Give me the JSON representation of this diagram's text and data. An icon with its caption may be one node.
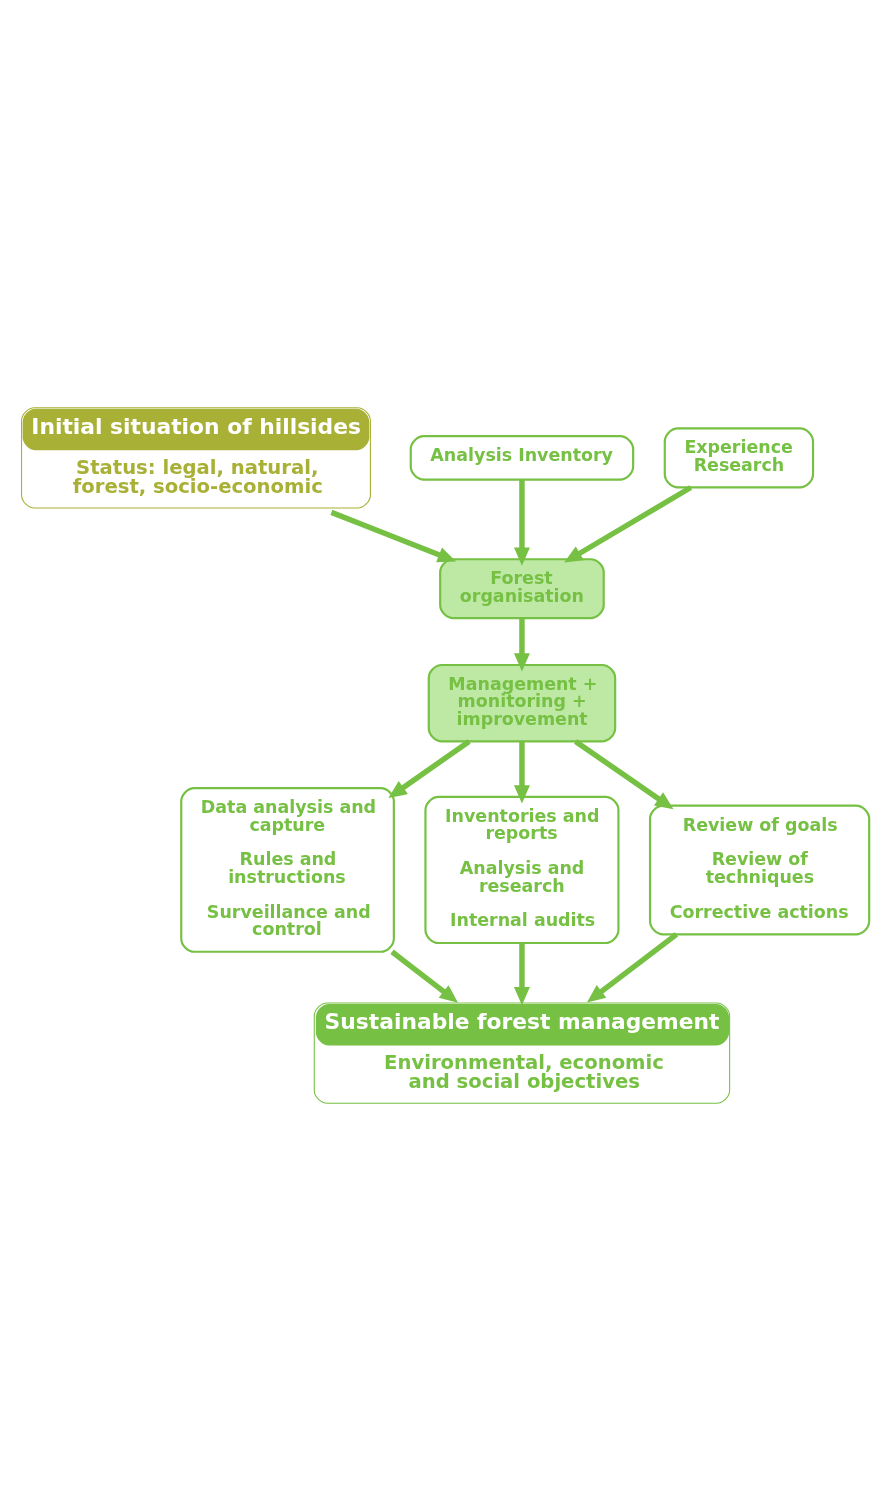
{
  "diagram": {
    "nodes": [
      {
        "text": [
          "Initial situation of hillsides",
          "Status: legal, natural, forest, socio-economic"
        ]
      },
      {
        "text": [
          "Analysis Inventory"
        ]
      },
      {
        "text": [
          "Experience Research"
        ]
      },
      {
        "text": [
          "Forest organisation"
        ]
      },
      {
        "text": [
          "Management + monitoring + improvement"
        ]
      },
      {
        "text": [
          "Data analysis and capture",
          "Rules and instructions",
          "Surveillance and control"
        ]
      },
      {
        "text": [
          "Inventories and reports",
          "Analysis and research",
          "Internal audits"
        ]
      },
      {
        "text": [
          "Review of goals",
          "Review of techniques",
          "Corrective actions"
        ]
      },
      {
        "text": [
          "Sustainable forest management",
          "Environmental, economic and social objectives"
        ]
      }
    ],
    "edges": [
      {
        "from": 0,
        "to": 3,
        "arrow": "to"
      },
      {
        "from": 1,
        "to": 3,
        "arrow": "to"
      },
      {
        "from": 2,
        "to": 3,
        "arrow": "to"
      },
      {
        "from": 3,
        "to": 4,
        "arrow": "to"
      },
      {
        "from": 4,
        "to": 5,
        "arrow": "to"
      },
      {
        "from": 4,
        "to": 6,
        "arrow": "to"
      },
      {
        "from": 4,
        "to": 7,
        "arrow": "to"
      },
      {
        "from": 5,
        "to": 8,
        "arrow": "to"
      },
      {
        "from": 6,
        "to": 8,
        "arrow": "to"
      },
      {
        "from": 7,
        "to": 8,
        "arrow": "to"
      }
    ]
  }
}
